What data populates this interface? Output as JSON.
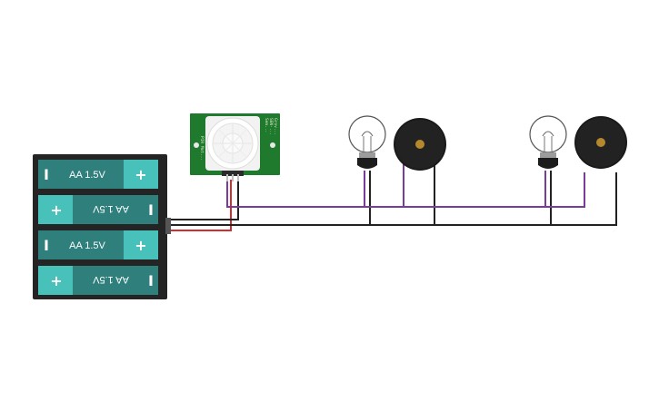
{
  "circuit": {
    "battery_pack": {
      "cells": [
        {
          "label": "AA 1.5V",
          "negative": "I",
          "positive": "+",
          "flipped": false
        },
        {
          "label": "AA 1.5V",
          "negative": "I",
          "positive": "+",
          "flipped": true
        },
        {
          "label": "AA 1.5V",
          "negative": "I",
          "positive": "+",
          "flipped": false
        },
        {
          "label": "AA 1.5V",
          "negative": "I",
          "positive": "+",
          "flipped": true
        }
      ]
    },
    "pir_sensor": {
      "left_text": "PIR Mot...",
      "right_lines": [
        "Sen...",
        "SEN-...",
        "Grov..."
      ]
    },
    "colors": {
      "wire_purple": "#7a3b9c",
      "wire_red": "#d72c2c",
      "wire_black": "#222222",
      "battery_body": "#2f7f7c",
      "battery_end": "#49c1bb",
      "pcb_green": "#1f7a2e",
      "buzzer_body": "#1a1a1a",
      "buzzer_center": "#b5882e"
    },
    "icons": [
      "light-bulb-icon",
      "piezo-buzzer-icon",
      "pir-motion-sensor-icon",
      "battery-pack-icon"
    ]
  }
}
